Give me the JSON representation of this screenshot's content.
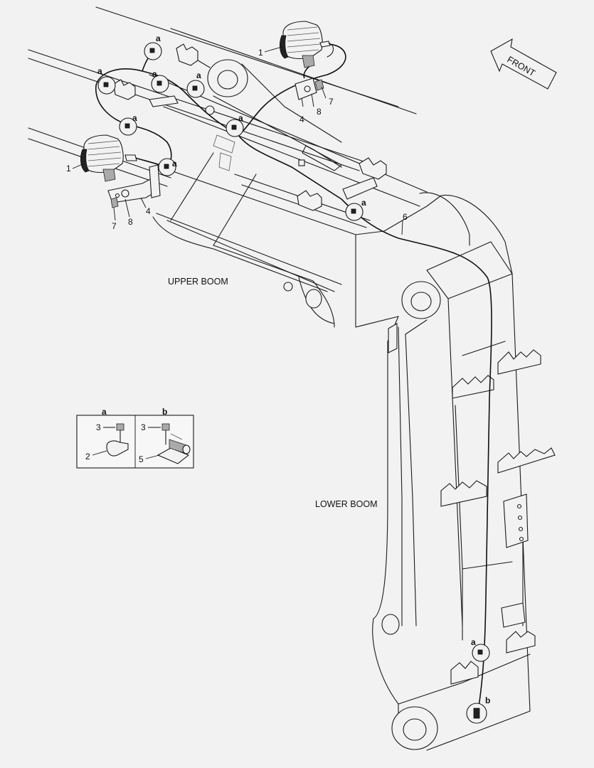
{
  "labels": {
    "upper_boom": "UPPER BOOM",
    "lower_boom": "LOWER BOOM",
    "front": "FRONT"
  },
  "callouts": {
    "lamp": "1",
    "clamp": "2",
    "bolt": "3",
    "bracket": "4",
    "clip": "5",
    "harness": "6",
    "screw": "7",
    "washer": "8"
  },
  "details": {
    "a": "a",
    "b": "b"
  }
}
